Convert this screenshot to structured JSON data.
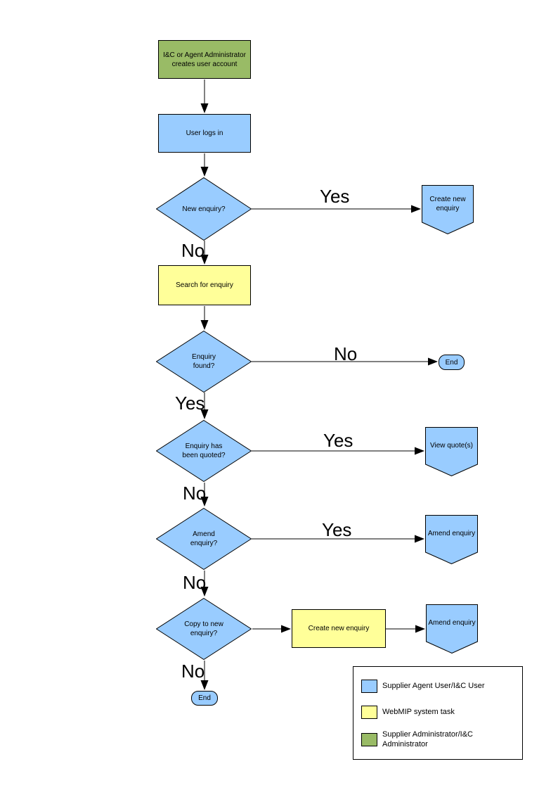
{
  "colors": {
    "actor": "#99CCFF",
    "system": "#FFFF99",
    "admin": "#99BB66",
    "line": "#000000"
  },
  "nodes": {
    "create_account": "I&C or Agent Administrator\ncreates user account",
    "user_login": "User logs in",
    "new_enquiry": "New enquiry?",
    "create_new_enquiry_offpage": "Create new\nenquiry",
    "search_for_enquiry": "Search for enquiry",
    "enquiry_found": "Enquiry\nfound?",
    "end_not_found": "End",
    "enquiry_quoted": "Enquiry has\nbeen quoted?",
    "view_quotes": "View quote(s)",
    "amend_enquiry_decision": "Amend\nenquiry?",
    "amend_enquiry_offpage": "Amend enquiry",
    "copy_to_new_enquiry": "Copy to new\nenquiry?",
    "create_new_enquiry_task": "Create new enquiry",
    "amend_enquiry_offpage2": "Amend enquiry",
    "end_final": "End"
  },
  "branch_labels": {
    "new_enquiry_yes": "Yes",
    "new_enquiry_no": "No",
    "enquiry_found_no": "No",
    "enquiry_found_yes": "Yes",
    "enquiry_quoted_yes": "Yes",
    "enquiry_quoted_no": "No",
    "amend_yes": "Yes",
    "amend_no": "No",
    "copy_no": "No"
  },
  "legend": {
    "items": [
      {
        "color": "#99CCFF",
        "label": "Supplier Agent User/I&C User"
      },
      {
        "color": "#FFFF99",
        "label": "WebMIP system task"
      },
      {
        "color": "#99BB66",
        "label": "Supplier Administrator/I&C Administrator"
      }
    ]
  }
}
